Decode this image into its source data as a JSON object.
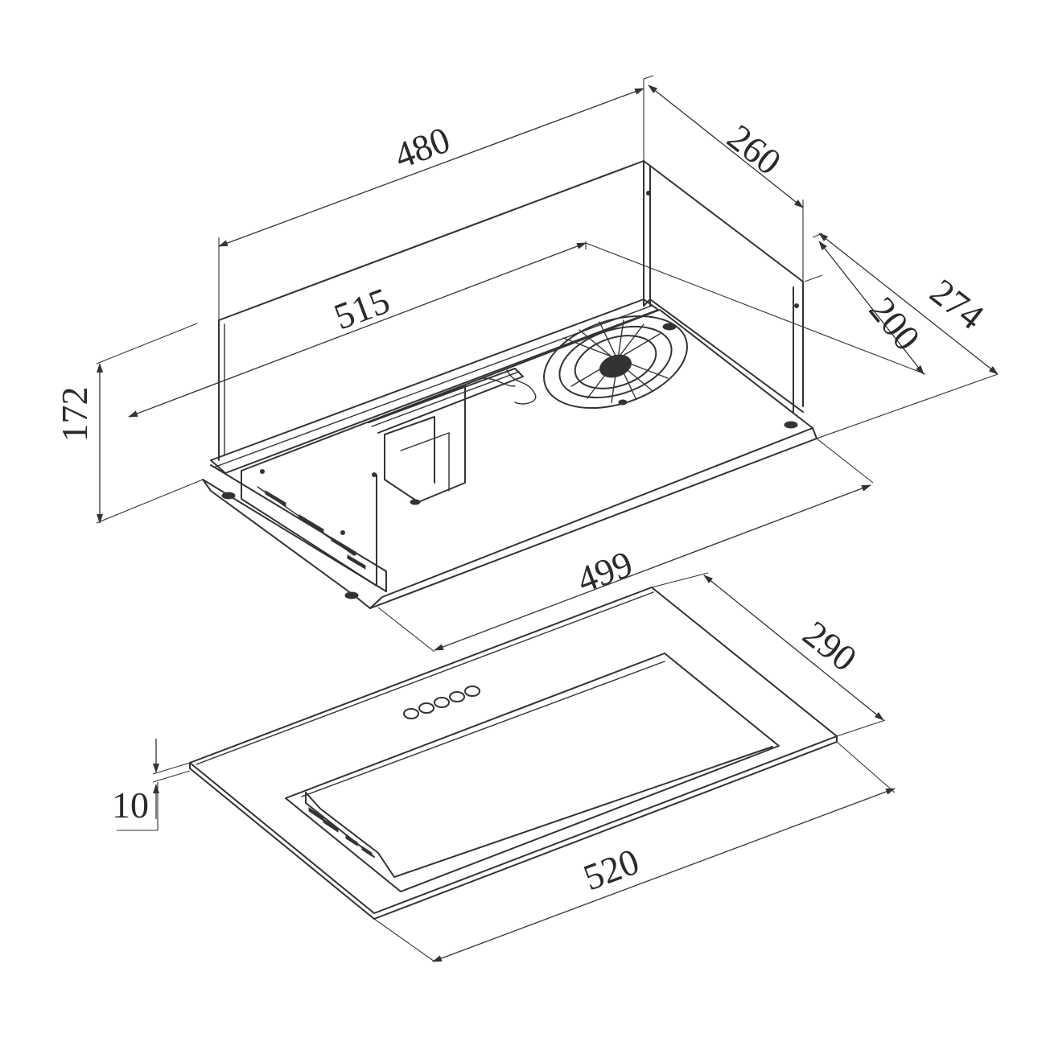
{
  "dimensions": {
    "width_top": "480",
    "depth_top": "260",
    "width_body": "515",
    "depth_inner": "200",
    "depth_outer": "274",
    "height": "172",
    "width_bottom": "499",
    "panel_depth": "290",
    "panel_thickness": "10",
    "panel_width": "520"
  },
  "control_panel": {
    "button_count": 5
  }
}
